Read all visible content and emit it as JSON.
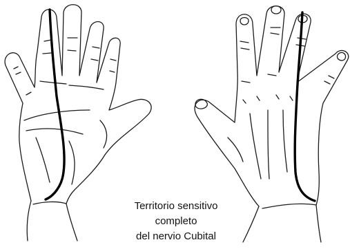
{
  "caption": {
    "line1": "Territorio sensitivo",
    "line2": "completo",
    "line3": "del nervio Cubital"
  },
  "colors": {
    "outline": "#1a1a1a",
    "nerve_line": "#000000",
    "background": "#ffffff"
  }
}
